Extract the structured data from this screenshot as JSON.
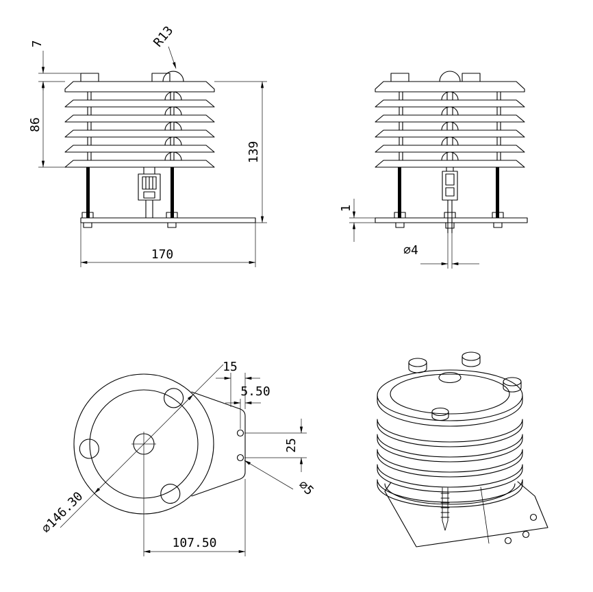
{
  "palette": {
    "ink": "#000000",
    "paper": "#ffffff"
  },
  "drawing": {
    "front_view": {
      "dims": {
        "tab_height": "7",
        "louver_stack_height": "86",
        "total_height": "139",
        "base_width": "170",
        "dome_radius": "R13"
      }
    },
    "side_view": {
      "dims": {
        "base_thickness": "1",
        "rod_diameter": "⌀4"
      }
    },
    "top_view": {
      "dims": {
        "bracket_width": "15",
        "hole_edge_offset": "5.50",
        "hole_spacing": "25",
        "bracket_hole_diameter": "⌀5",
        "plate_diameter": "⌀146.30",
        "center_to_bracket_edge": "107.50"
      }
    }
  }
}
